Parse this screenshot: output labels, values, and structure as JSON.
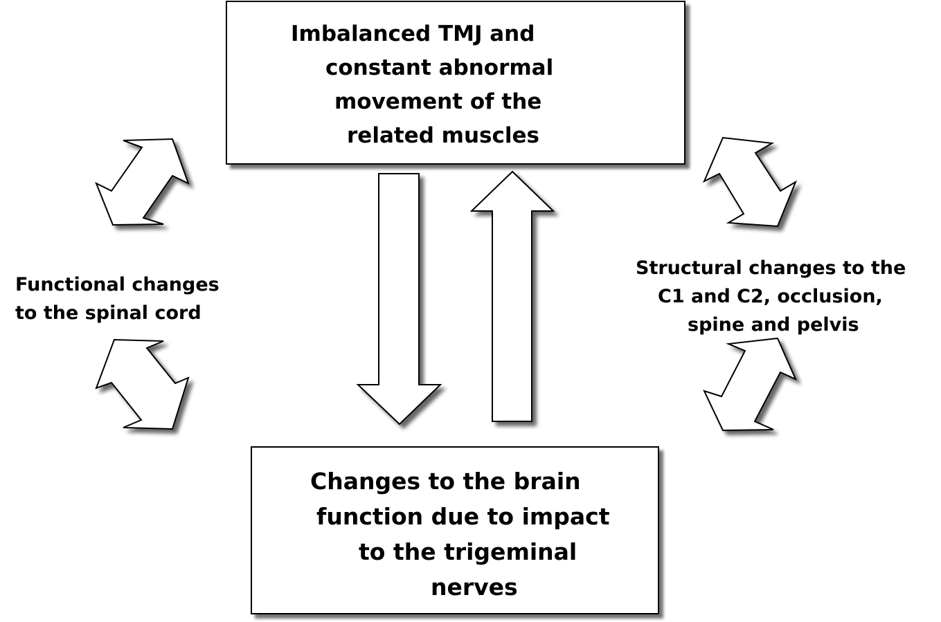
{
  "top_box": {
    "lines": [
      "Imbalanced TMJ and",
      "constant abnormal",
      "movement of the",
      "related muscles"
    ]
  },
  "bottom_box": {
    "lines": [
      "Changes to the brain",
      "function due to impact",
      "to the trigeminal",
      "nerves"
    ]
  },
  "left_label": {
    "lines": [
      "Functional changes",
      "to the spinal cord"
    ]
  },
  "right_label": {
    "lines": [
      "Structural changes to the",
      "C1 and C2, occlusion,",
      "spine and pelvis"
    ]
  },
  "colors": {
    "stroke": "#000000",
    "fill": "#ffffff",
    "shadow": "#5a5a5a"
  },
  "icons": [
    "arrow-down-icon",
    "arrow-up-icon",
    "double-arrow-icon"
  ]
}
